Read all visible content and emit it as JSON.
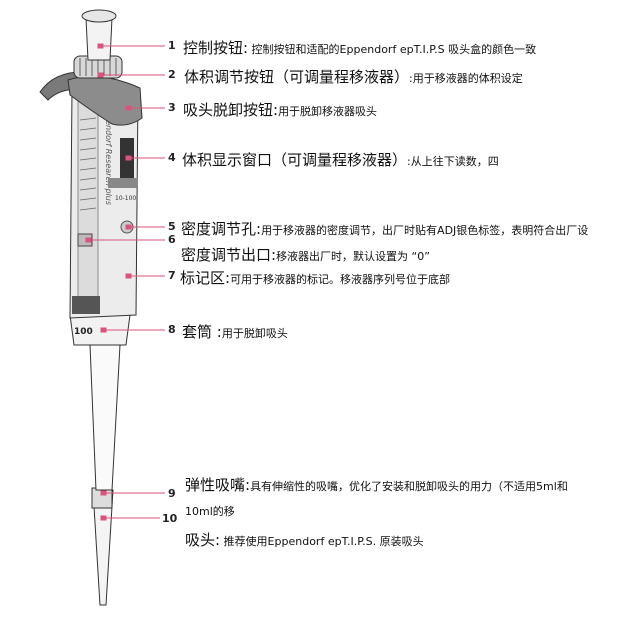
{
  "brand_text": "eppendorf Research plus",
  "volume_range_text": "10-100",
  "shaft_text": "100",
  "colors": {
    "marker": "#d9537a",
    "body": "#e9e9e9",
    "ejector": "#8a8a8a",
    "outline": "#333333"
  },
  "callouts": [
    {
      "num": "1",
      "title": "控制按钮:",
      "desc": " 控制按钮和适配的Eppendorf epT.I.P.S 吸头盒的颜色一致"
    },
    {
      "num": "2",
      "title": "体积调节按钮（可调量程移液器）",
      "desc": ":用于移液器的体积设定"
    },
    {
      "num": "3",
      "title": "吸头脱卸按钮:",
      "desc": "用于脱卸移液器吸头"
    },
    {
      "num": "4",
      "title": "体积显示窗口（可调量程移液器）",
      "desc": ":从上往下读数，四"
    },
    {
      "num": "5",
      "title": "密度调节孔:",
      "desc": "用于移液器的密度调节，出厂时贴有ADJ银色标签，表明符合出厂设"
    },
    {
      "num": "6",
      "title": "密度调节出口:",
      "desc": "移液器出厂时，默认设置为 “0”"
    },
    {
      "num": "7",
      "title": "标记区:",
      "desc": "可用于移液器的标记。移液器序列号位于底部"
    },
    {
      "num": "8",
      "title": "套筒 :",
      "desc": "用于脱卸吸头"
    },
    {
      "num": "9",
      "title": "弹性吸嘴:",
      "desc": "具有伸缩性的吸嘴，优化了安装和脱卸吸头的用力（不适用5ml和",
      "desc2": "10ml的移"
    },
    {
      "num": "10",
      "title": "吸头:",
      "desc": " 推荐使用Eppendorf epT.I.P.S. 原装吸头"
    }
  ]
}
